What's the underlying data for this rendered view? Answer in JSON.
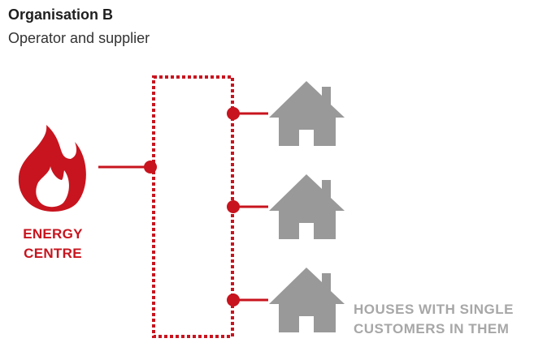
{
  "header": {
    "title": "Organisation B",
    "subtitle": "Operator and supplier"
  },
  "labels": {
    "energy_centre": [
      "ENERGY",
      "CENTRE"
    ],
    "houses": [
      "HOUSES WITH SINGLE",
      "CUSTOMERS IN THEM"
    ]
  },
  "colors": {
    "accent_red": "#c8141e",
    "house_grey": "#999999",
    "label_grey": "#a7a7a7"
  },
  "icons": {
    "energy": "flame-icon",
    "house": "house-icon"
  }
}
